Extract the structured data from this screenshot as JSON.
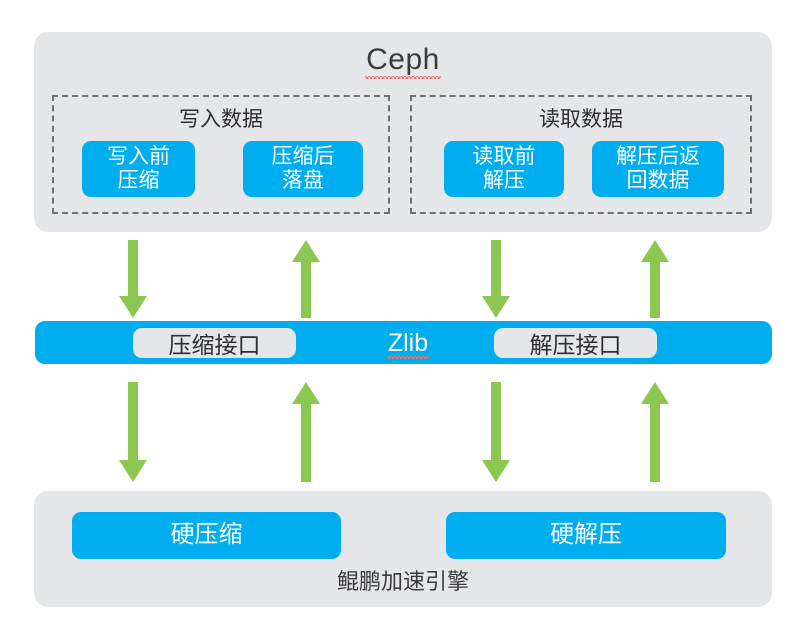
{
  "diagram": {
    "title": "Ceph",
    "title_has_spellcheck_underline": true,
    "colors": {
      "panel_gray": "#e4e6ea",
      "accent_blue": "#00adee",
      "arrow_green": "#8cc751",
      "text_dark": "#3b3b3b",
      "spellcheck_red": "#e8756b"
    }
  },
  "ceph_panel": {
    "title": "Ceph",
    "groups": [
      {
        "name": "write-data-group",
        "title": "写入数据",
        "boxes": [
          {
            "name": "compress-before-write",
            "line1": "写入前",
            "line2": "压缩"
          },
          {
            "name": "flush-after-compress",
            "line1": "压缩后",
            "line2": "落盘"
          }
        ]
      },
      {
        "name": "read-data-group",
        "title": "读取数据",
        "boxes": [
          {
            "name": "decompress-before-read",
            "line1": "读取前",
            "line2": "解压"
          },
          {
            "name": "return-after-decompress",
            "line1": "解压后返",
            "line2": "回数据"
          }
        ]
      }
    ]
  },
  "zlib_layer": {
    "label": "Zlib",
    "label_has_spellcheck_underline": true,
    "interfaces": [
      {
        "name": "compress-interface",
        "label": "压缩接口"
      },
      {
        "name": "decompress-interface",
        "label": "解压接口"
      }
    ]
  },
  "engine_panel": {
    "title": "鲲鹏加速引擎",
    "boxes": [
      {
        "name": "hardware-compress",
        "label": "硬压缩"
      },
      {
        "name": "hardware-decompress",
        "label": "硬解压"
      }
    ]
  },
  "arrows": [
    {
      "name": "arrow-ceph-to-zlib-compress",
      "direction": "down"
    },
    {
      "name": "arrow-zlib-to-ceph-compressed",
      "direction": "up"
    },
    {
      "name": "arrow-ceph-to-zlib-decompress",
      "direction": "down"
    },
    {
      "name": "arrow-zlib-to-ceph-decompressed",
      "direction": "up"
    },
    {
      "name": "arrow-zlib-to-engine-compress",
      "direction": "down"
    },
    {
      "name": "arrow-engine-to-zlib-compressed",
      "direction": "up"
    },
    {
      "name": "arrow-zlib-to-engine-decompress",
      "direction": "down"
    },
    {
      "name": "arrow-engine-to-zlib-decompressed",
      "direction": "up"
    }
  ]
}
